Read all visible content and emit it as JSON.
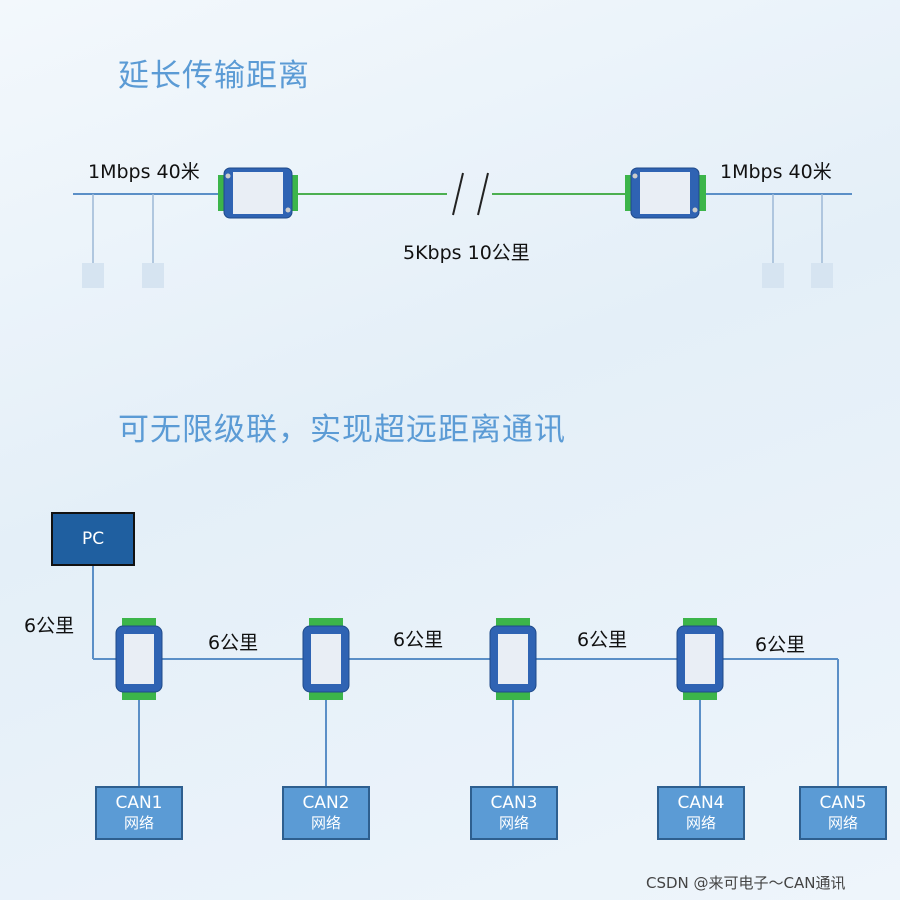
{
  "section1": {
    "title": "延长传输距离",
    "left_rate": "1Mbps 40米",
    "right_rate": "1Mbps 40米",
    "fiber_rate": "5Kbps 10公里"
  },
  "section2": {
    "title": "可无限级联，实现超远距离通讯",
    "pc": "PC",
    "pc_distance": "6公里",
    "segments": [
      "6公里",
      "6公里",
      "6公里",
      "6公里"
    ],
    "networks": [
      {
        "name": "CAN1",
        "sub": "网络"
      },
      {
        "name": "CAN2",
        "sub": "网络"
      },
      {
        "name": "CAN3",
        "sub": "网络"
      },
      {
        "name": "CAN4",
        "sub": "网络"
      },
      {
        "name": "CAN5",
        "sub": "网络"
      }
    ]
  },
  "watermark": "CSDN @来可电子～CAN通讯",
  "colors": {
    "accent": "#5b9bd5",
    "line": "#5b8fc7",
    "fiber": "#4caf50",
    "device": "#2f63b3"
  }
}
